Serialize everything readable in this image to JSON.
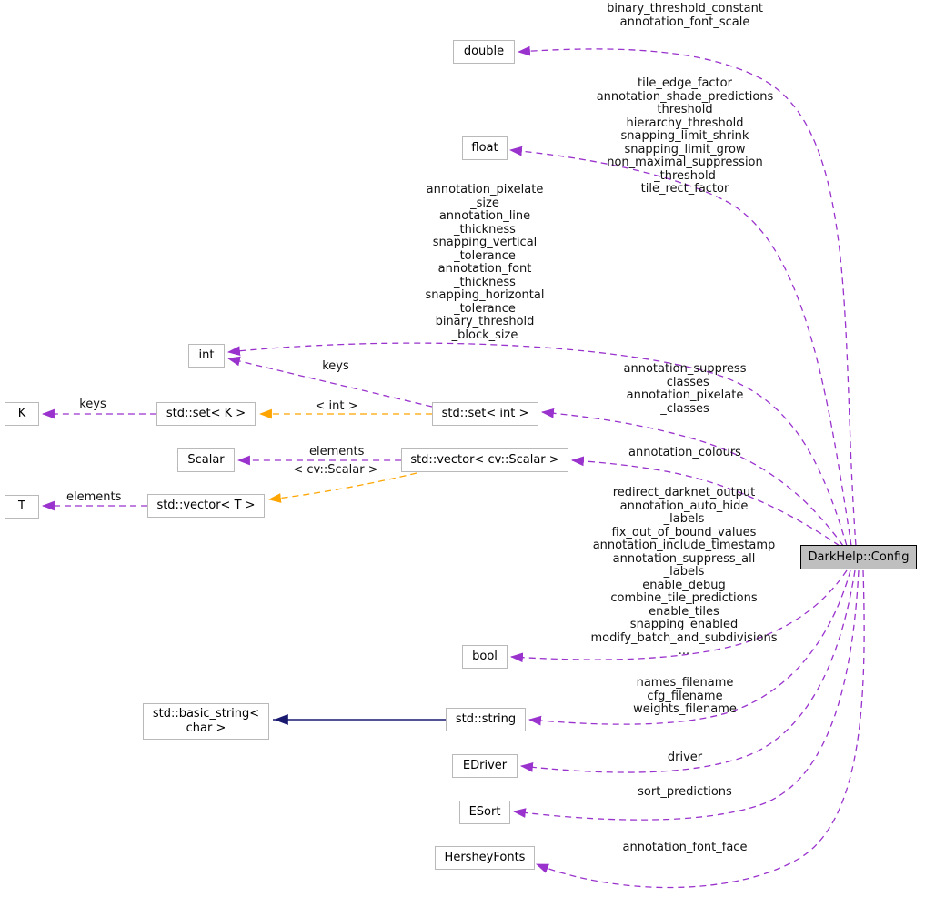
{
  "diagram": {
    "title": "DarkHelp::Config collaboration graph",
    "colors": {
      "usage_edge": "#9a32cd",
      "template_edge": "#ffa500",
      "inheritance_edge": "#191970",
      "node_border": "#b9b9b9",
      "main_node_fill": "#bfbfbf",
      "main_node_border": "#000000"
    },
    "nodes": {
      "double": {
        "label": "double"
      },
      "float": {
        "label": "float"
      },
      "int": {
        "label": "int"
      },
      "k": {
        "label": "K"
      },
      "set_k": {
        "label": "std::set< K >"
      },
      "set_int": {
        "label": "std::set< int >"
      },
      "scalar": {
        "label": "Scalar"
      },
      "vector_scalar": {
        "label": "std::vector< cv::Scalar >"
      },
      "t": {
        "label": "T"
      },
      "vector_t": {
        "label": "std::vector< T >"
      },
      "bool": {
        "label": "bool"
      },
      "basic_string": {
        "label": "std::basic_string<\nchar >"
      },
      "string": {
        "label": "std::string"
      },
      "edriver": {
        "label": "EDriver"
      },
      "esort": {
        "label": "ESort"
      },
      "hersheyfonts": {
        "label": "HersheyFonts"
      },
      "config": {
        "label": "DarkHelp::Config"
      }
    },
    "edge_labels": {
      "double_fields": "binary_threshold_constant\nannotation_font_scale",
      "float_fields": "tile_edge_factor\nannotation_shade_predictions\nthreshold\nhierarchy_threshold\nsnapping_limit_shrink\nsnapping_limit_grow\nnon_maximal_suppression\n_threshold\ntile_rect_factor",
      "int_fields": "annotation_pixelate\n_size\nannotation_line\n_thickness\nsnapping_vertical\n_tolerance\nannotation_font\n_thickness\nsnapping_horizontal\n_tolerance\nbinary_threshold\n_block_size",
      "keys_left": "keys",
      "keys_mid": "keys",
      "int_template": "< int >",
      "set_int_fields": "annotation_suppress\n_classes\nannotation_pixelate\n_classes",
      "annotation_colours": "annotation_colours",
      "elements_scalar": "elements",
      "cv_scalar_template": "< cv::Scalar >",
      "elements_t": "elements",
      "bool_fields": "redirect_darknet_output\nannotation_auto_hide\n_labels\nfix_out_of_bound_values\nannotation_include_timestamp\nannotation_suppress_all\n_labels\nenable_debug\ncombine_tile_predictions\nenable_tiles\nsnapping_enabled\nmodify_batch_and_subdivisions\n...",
      "string_fields": "names_filename\ncfg_filename\nweights_filename",
      "driver": "driver",
      "sort_predictions": "sort_predictions",
      "annotation_font_face": "annotation_font_face"
    }
  }
}
